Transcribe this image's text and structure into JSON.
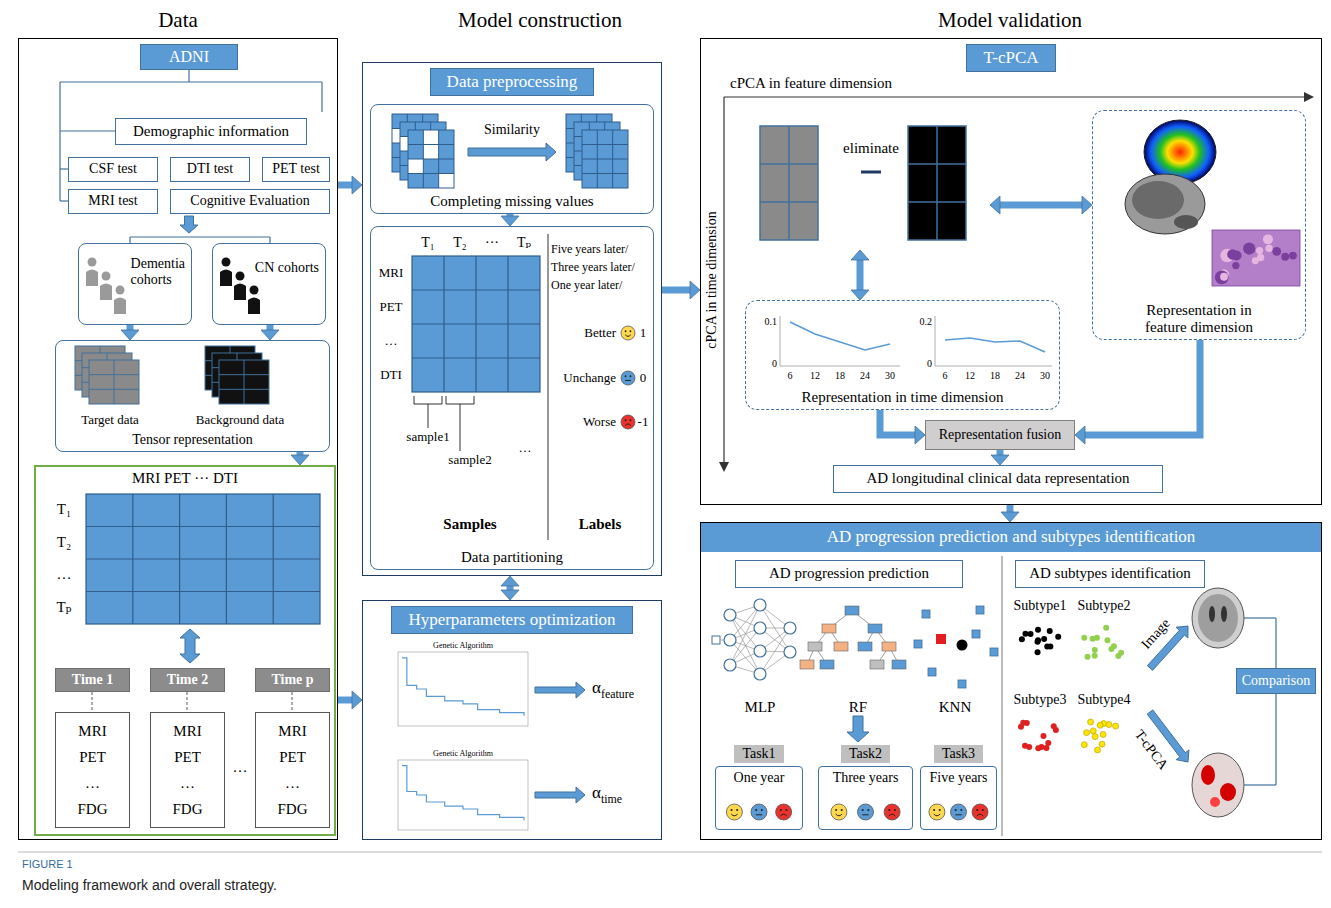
{
  "diagram": {
    "caption": "Modeling framework and overall strategy.",
    "nodes": [
      {
        "text": [
          "Data"
        ]
      },
      {
        "text": [
          "ADNI"
        ],
        "in": 0
      },
      {
        "text": [
          "Demographic information"
        ],
        "in": 0
      },
      {
        "text": [
          "CSF test"
        ],
        "in": 0
      },
      {
        "text": [
          "DTI test"
        ],
        "in": 0
      },
      {
        "text": [
          "PET test"
        ],
        "in": 0
      },
      {
        "text": [
          "MRI test"
        ],
        "in": 0
      },
      {
        "text": [
          "Cognitive Evaluation"
        ],
        "in": 0
      },
      {
        "text": [
          "Dementia cohorts"
        ],
        "in": 0
      },
      {
        "text": [
          "CN cohorts"
        ],
        "in": 0
      },
      {
        "text": [
          "Tensor representation"
        ],
        "in": 0
      },
      {
        "text": [
          "MRI PET ··· DTI"
        ],
        "in": 0
      },
      {
        "text": [
          "Time 1"
        ],
        "in": 11
      },
      {
        "text": [
          "Time 2"
        ],
        "in": 11
      },
      {
        "text": [
          "Time p"
        ],
        "in": 11
      },
      {
        "text": [
          "MRI PET … FDG"
        ],
        "in": 11
      },
      {
        "text": [
          "MRI PET … FDG"
        ],
        "in": 11
      },
      {
        "text": [
          "MRI PET … FDG"
        ],
        "in": 11
      },
      {
        "text": [
          "Data preprocessing"
        ]
      },
      {
        "text": [
          "Completing missing values"
        ],
        "in": 18
      },
      {
        "text": [
          "Data partitioning"
        ],
        "in": 18
      },
      {
        "text": [
          "Hyperparameters optimization"
        ]
      },
      {
        "text": [
          "T-cPCA"
        ]
      },
      {
        "text": [
          "eliminate"
        ],
        "in": 22
      },
      {
        "text": [
          "Representation in feature dimension"
        ],
        "in": 22
      },
      {
        "text": [
          "Representation in time dimension"
        ],
        "in": 22
      },
      {
        "text": [
          "Representation fusion"
        ],
        "in": 22
      },
      {
        "text": [
          "AD longitudinal clinical data representation"
        ],
        "in": 22
      },
      {
        "text": [
          "AD progression prediction and subtypes identification"
        ]
      },
      {
        "text": [
          "AD progression prediction"
        ],
        "in": 28
      },
      {
        "text": [
          "AD subtypes identification"
        ],
        "in": 28
      },
      {
        "text": [
          "Task1",
          "One year"
        ],
        "in": 28
      },
      {
        "text": [
          "Task2",
          "Three years"
        ],
        "in": 28
      },
      {
        "text": [
          "Task3",
          "Five years"
        ],
        "in": 28
      },
      {
        "text": [
          "Comparison"
        ],
        "in": 28
      }
    ],
    "edges": [
      {
        "from": 0,
        "to": 18,
        "arrow": "to"
      },
      {
        "from": 0,
        "to": 21,
        "arrow": "to"
      },
      {
        "from": 18,
        "to": 21,
        "arrow": "both"
      },
      {
        "from": 18,
        "to": 22,
        "arrow": "to"
      },
      {
        "from": 22,
        "to": 28,
        "arrow": "to"
      },
      {
        "from": 8,
        "to": 10,
        "arrow": "to"
      },
      {
        "from": 9,
        "to": 10,
        "arrow": "to"
      },
      {
        "from": 10,
        "to": 11,
        "arrow": "to"
      },
      {
        "from": 12,
        "to": 15,
        "arrow": "none"
      },
      {
        "from": 13,
        "to": 16,
        "arrow": "none"
      },
      {
        "from": 14,
        "to": 17,
        "arrow": "none"
      },
      {
        "from": 19,
        "to": 20,
        "arrow": "to"
      },
      {
        "from": 23,
        "to": 24,
        "arrow": "both"
      },
      {
        "from": 23,
        "to": 25,
        "arrow": "both"
      },
      {
        "from": 25,
        "to": 26,
        "arrow": "to"
      },
      {
        "from": 24,
        "to": 26,
        "arrow": "to"
      },
      {
        "from": 26,
        "to": 27,
        "arrow": "to"
      }
    ],
    "labels": [
      "Model construction",
      "Model validation",
      "Target data",
      "Background data",
      "T₁",
      "T₂",
      "…",
      "Tₚ",
      "…",
      "Similarity",
      "T₁",
      "T₂",
      "···",
      "Tₚ",
      "MRI",
      "PET",
      "…",
      "DTI",
      "sample1",
      "sample2",
      "…",
      "Samples",
      "Labels",
      "Five years later/",
      "Three years later/",
      "One year later/",
      "Better",
      "1",
      "Unchange",
      "0",
      "Worse",
      "-1",
      "Genetic Algorithm",
      "Genetic Algorithm",
      "αfeature",
      "αtime",
      "cPCA in feature dimension",
      "cPCA in time dimension",
      "0.1",
      "0",
      "6",
      "12",
      "18",
      "24",
      "30",
      "0.2",
      "0",
      "6",
      "12",
      "18",
      "24",
      "30",
      "MLP",
      "RF",
      "KNN",
      "Subtype1",
      "Subtype2",
      "Subtype3",
      "Subtype4",
      "Image",
      "T-cPCA",
      "FIGURE 1"
    ]
  }
}
